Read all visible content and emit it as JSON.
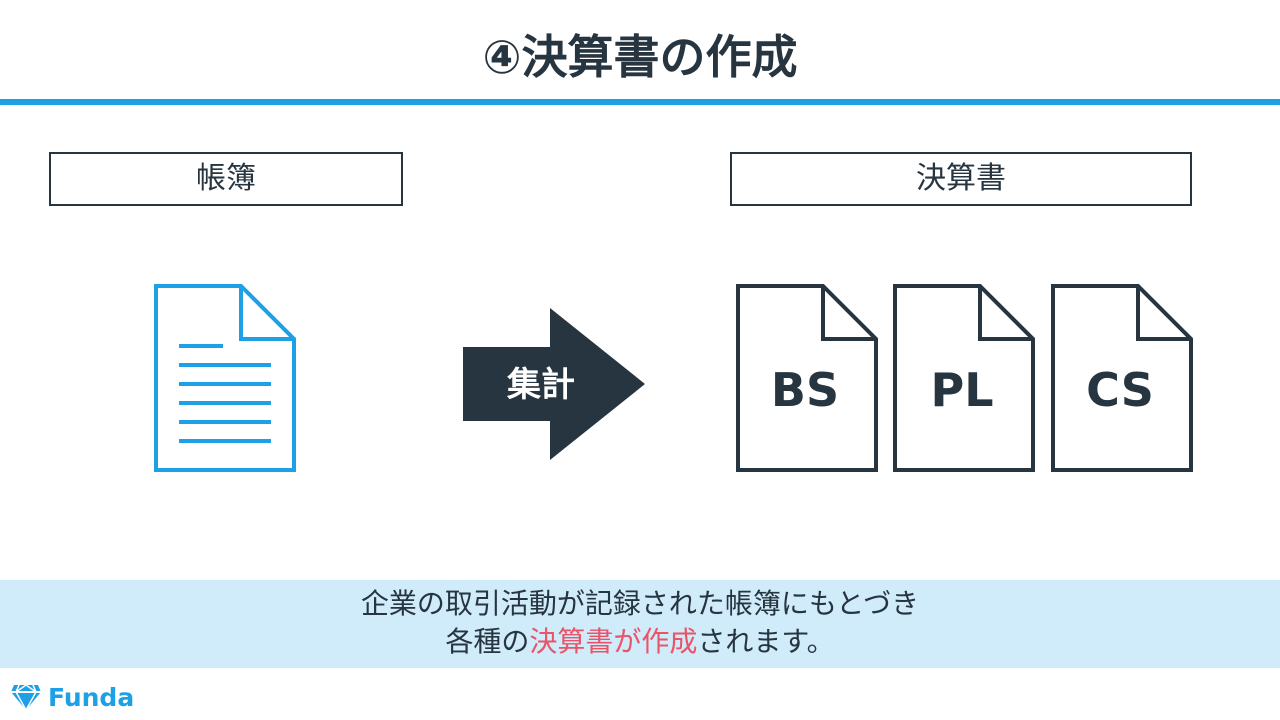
{
  "title": "④決算書の作成",
  "left_label": "帳簿",
  "right_label": "決算書",
  "arrow_label": "集計",
  "documents": [
    {
      "label": "BS"
    },
    {
      "label": "PL"
    },
    {
      "label": "CS"
    }
  ],
  "caption": {
    "line1": "企業の取引活動が記録された帳簿にもとづき",
    "line2_prefix": "各種の",
    "line2_highlight": "決算書が作成",
    "line2_suffix": "されます。"
  },
  "logo": {
    "text": "Funda",
    "icon": "diamond-logo-icon"
  },
  "colors": {
    "accent_blue": "#1ea0e6",
    "dark": "#263540",
    "highlight_red": "#ea5468",
    "band": "#d0ebfa"
  }
}
